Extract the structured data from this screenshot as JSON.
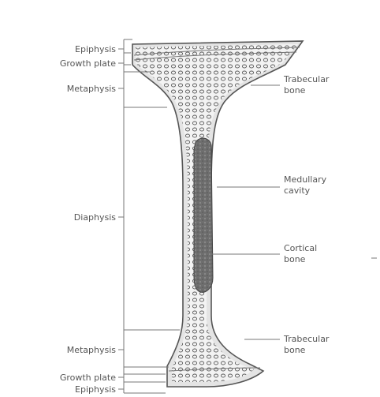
{
  "left_labels": {
    "epiphysis_top": "Epiphysis",
    "growth_plate_top": "Growth plate",
    "metaphysis_top": "Metaphysis",
    "diaphysis": "Diaphysis",
    "metaphysis_bottom": "Metaphysis",
    "growth_plate_bottom": "Growth plate",
    "epiphysis_bottom": "Epiphysis"
  },
  "right_labels": {
    "trabecular_top": [
      "Trabecular",
      "bone"
    ],
    "medullary": [
      "Medullary",
      "cavity"
    ],
    "cortical": [
      "Cortical",
      "bone"
    ],
    "trabecular_bottom": [
      "Trabecular",
      "bone"
    ]
  },
  "colors": {
    "outline": "#555555",
    "label": "#555555",
    "cavity": "#6e6e6e",
    "trabecular_fill": "#f3f3f3"
  }
}
